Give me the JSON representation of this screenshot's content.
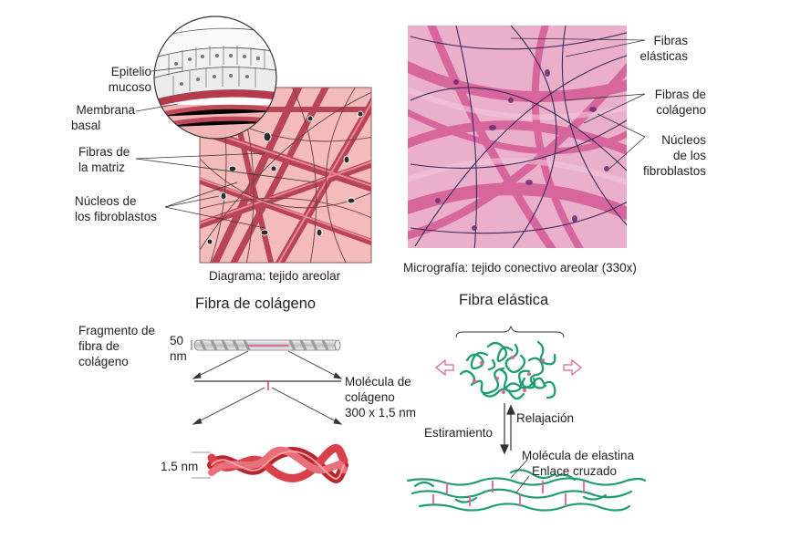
{
  "diagram": {
    "labels": {
      "epitelio_1": "Epitelio",
      "epitelio_2": "mucoso",
      "membrana_1": "Membrana",
      "membrana_2": "basal",
      "fibras_matriz_1": "Fibras de",
      "fibras_matriz_2": "la matriz",
      "nucleos_1": "Núcleos de",
      "nucleos_2": "los fibroblastos"
    },
    "caption": "Diagrama: tejido areolar"
  },
  "micrograph": {
    "labels": {
      "elasticas_1": "Fibras",
      "elasticas_2": "elásticas",
      "colageno_1": "Fibras de",
      "colageno_2": "colágeno",
      "nucleos_1": "Núcleos",
      "nucleos_2": "de los",
      "nucleos_3": "fibroblastos"
    },
    "caption": "Micrografía: tejido conectivo areolar (330x)"
  },
  "collagen": {
    "title": "Fibra de colágeno",
    "fragment_1": "Fragmento de",
    "fragment_2": "fibra de",
    "fragment_3": "colágeno",
    "dim_50_1": "50",
    "dim_50_2": "nm",
    "molecule_1": "Molécula de",
    "molecule_2": "colágeno",
    "molecule_3": "300 x 1,5 nm",
    "dim_15": "1.5 nm"
  },
  "elastic": {
    "title": "Fibra elástica",
    "relajacion": "Relajación",
    "estiramiento": "Estiramiento",
    "elastina": "Molécula de elastina",
    "enlace": "Enlace cruzado"
  },
  "colors": {
    "tissue_bg": "#f2b9b8",
    "collagen_fiber": "#c84b5e",
    "micrograph_bg": "#e9a7c4",
    "elastin_green": "#1f9d72",
    "crosslink_pink": "#e0609a"
  }
}
